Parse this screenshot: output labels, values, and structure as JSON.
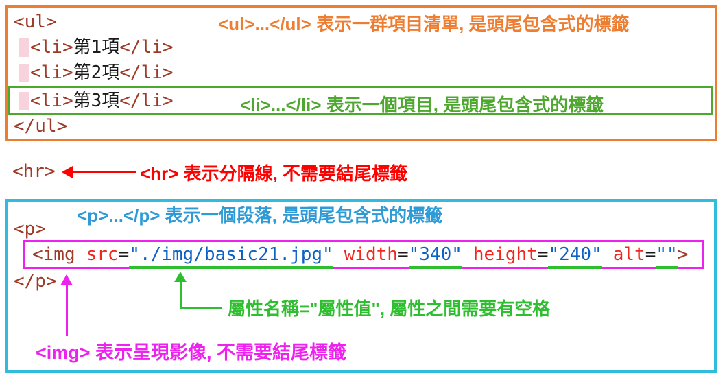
{
  "colors": {
    "orange": "#ED7D31",
    "green": "#4EA72E",
    "bright-green": "#2FBE2F",
    "red": "#FF0000",
    "cyan": "#31BCDC",
    "blue": "#2E9BD6",
    "magenta": "#EE22EE",
    "code-tag": "#9E3A26",
    "code-attr": "#F2261B",
    "code-value": "#0B61C4",
    "code-text": "#1A1A1A",
    "pink-mark": "#F8D2DC"
  },
  "code": {
    "ul_open": "<ul>",
    "li1_open": "<li>",
    "li1_text": "第1項",
    "li1_close": "</li>",
    "li2_open": "<li>",
    "li2_text": "第2項",
    "li2_close": "</li>",
    "li3_open": "<li>",
    "li3_text": "第3項",
    "li3_close": "</li>",
    "ul_close": "</ul>",
    "hr": "<hr>",
    "p_open": "<p>",
    "p_close": "</p>",
    "img_tag_open": "<img",
    "img_src_name": "src",
    "img_src_eq": "=",
    "img_src_value": "\"./img/basic21.jpg\"",
    "img_width_name": "width",
    "img_width_eq": "=",
    "img_width_value": "\"340\"",
    "img_height_name": "height",
    "img_height_eq": "=",
    "img_height_value": "\"240\"",
    "img_alt_name": "alt",
    "img_alt_eq": "=",
    "img_alt_value": "\"\"",
    "img_tag_close": ">"
  },
  "annotations": {
    "ul": "<ul>...</ul> 表示一群項目清單, 是頭尾包含式的標籤",
    "li": "<li>...</li> 表示一個項目, 是頭尾包含式的標籤",
    "hr": "<hr> 表示分隔線, 不需要結尾標籤",
    "p": "<p>...</p> 表示一個段落, 是頭尾包含式的標籤",
    "img": "<img> 表示呈現影像, 不需要結尾標籤",
    "attr": "屬性名稱=\"屬性值\", 屬性之間需要有空格"
  }
}
